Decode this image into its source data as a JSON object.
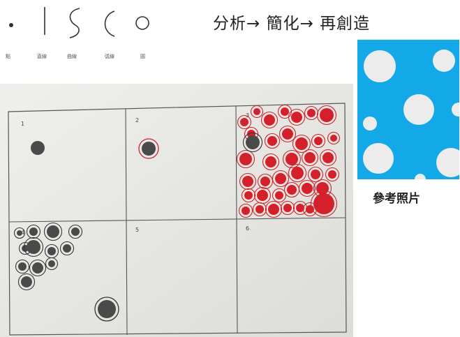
{
  "slide": {
    "title": "分析→ 簡化→ 再創造"
  },
  "elements": [
    {
      "label": "點",
      "icon": "dot-icon"
    },
    {
      "label": "直線",
      "icon": "straight-line-icon"
    },
    {
      "label": "曲線",
      "icon": "curve-icon"
    },
    {
      "label": "弧線",
      "icon": "arc-icon"
    },
    {
      "label": "圓",
      "icon": "circle-icon"
    }
  ],
  "reference": {
    "caption": "參考照片",
    "background_color": "#13a8e8",
    "dot_color": "#ececec"
  },
  "sketch": {
    "panels": [
      {
        "number": "1"
      },
      {
        "number": "2"
      },
      {
        "number": "3"
      },
      {
        "number": "4"
      },
      {
        "number": "5"
      },
      {
        "number": "6"
      }
    ],
    "colors": {
      "paper": "#e9e9e6",
      "dark_dot": "#4a4a4a",
      "red_dot": "#d4202a"
    }
  }
}
